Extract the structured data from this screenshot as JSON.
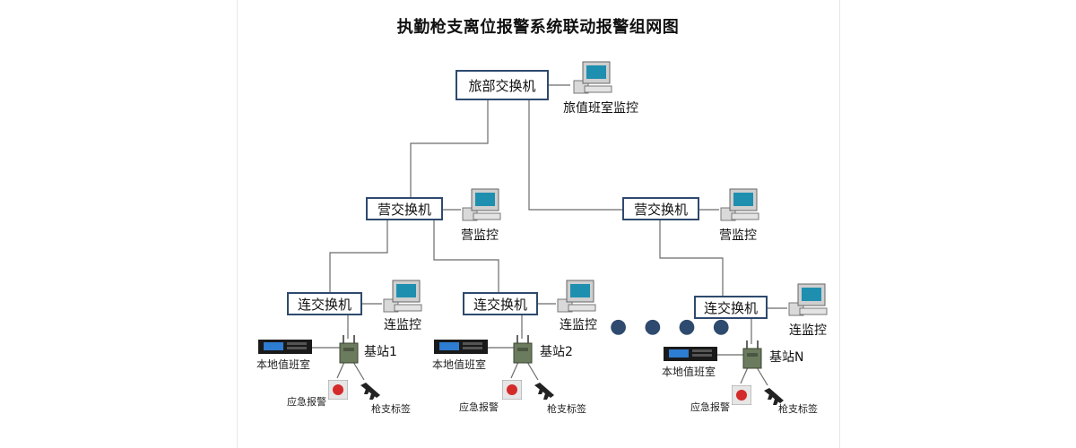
{
  "title": "执勤枪支离位报警系统联动报警组网图",
  "brigade": {
    "switch": "旅部交换机",
    "monitor": "旅值班室监控"
  },
  "battalions": [
    {
      "switch": "营交换机",
      "monitor": "营监控"
    },
    {
      "switch": "营交换机",
      "monitor": "营监控"
    }
  ],
  "companies": [
    {
      "switch": "连交换机",
      "monitor": "连监控",
      "station": "基站1",
      "duty": "本地值班室",
      "alarm": "应急报警",
      "tag": "枪支标签"
    },
    {
      "switch": "连交换机",
      "monitor": "连监控",
      "station": "基站2",
      "duty": "本地值班室",
      "alarm": "应急报警",
      "tag": "枪支标签"
    },
    {
      "switch": "连交换机",
      "monitor": "连监控",
      "station": "基站N",
      "duty": "本地值班室",
      "alarm": "应急报警",
      "tag": "枪支标签"
    }
  ],
  "ellipsis": "● ● ● ●",
  "icons": [
    "computer-icon",
    "base-station-icon",
    "duty-console-icon",
    "emergency-button-icon",
    "gun-tag-icon"
  ],
  "colors": {
    "box_border": "#2e4a6e",
    "wire": "#6b6b6b",
    "alarm_red": "#d42a2a"
  }
}
